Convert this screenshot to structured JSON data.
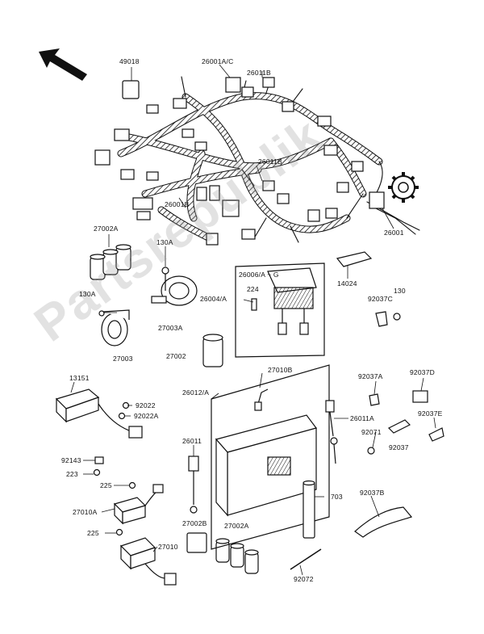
{
  "watermark": "Partsrepublik",
  "colors": {
    "line": "#111111",
    "watermark": "#969696",
    "background": "#ffffff"
  },
  "labels": {
    "p49018": "49018",
    "p26001AC": "26001A/C",
    "p26011B_top": "26011B",
    "p26011B_mid": "26011B",
    "p26001B": "26001B",
    "p26001": "26001",
    "p27002A_top": "27002A",
    "p130A_left": "130A",
    "p130A_mid": "130A",
    "p27003A": "27003A",
    "p27003": "27003",
    "p27002": "27002",
    "p26006AG": "26006/A ~ G",
    "p224": "224",
    "p26004A": "26004/A",
    "p14024": "14024",
    "p92037C": "92037C",
    "p130": "130",
    "p13151": "13151",
    "p92022": "92022",
    "p92022A": "92022A",
    "p92143": "92143",
    "p223": "223",
    "p225_top": "225",
    "p27010A": "27010A",
    "p225_bot": "225",
    "p27010": "27010",
    "p26011": "26011",
    "p27002B": "27002B",
    "p27002A_bot": "27002A",
    "p26012A": "26012/A",
    "p27010B": "27010B",
    "p26011A": "26011A",
    "p92037A": "92037A",
    "p92037D": "92037D",
    "p92037E": "92037E",
    "p92071": "92071",
    "p92037": "92037",
    "p703": "703",
    "p92037B": "92037B",
    "p92072": "92072"
  }
}
